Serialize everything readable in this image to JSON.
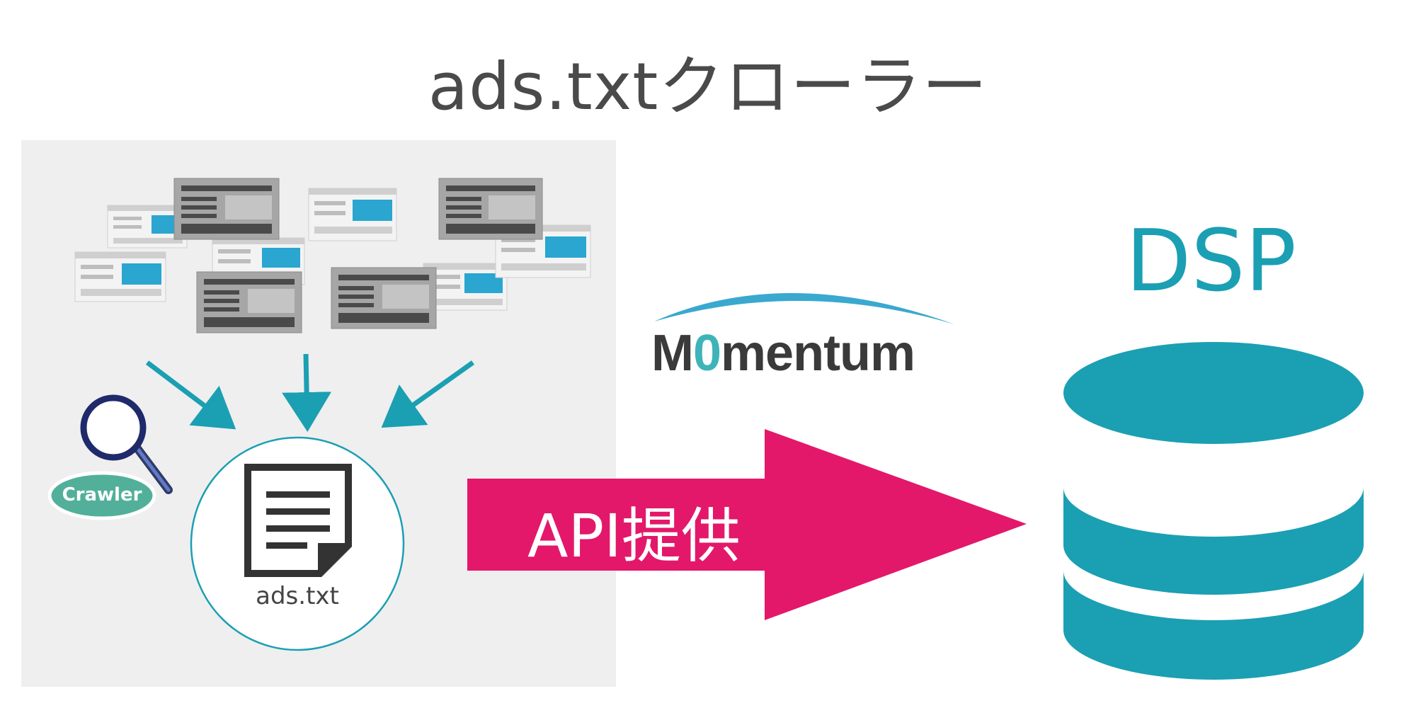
{
  "title": "ads.txtクローラー",
  "crawler": {
    "badge_label": "Crawler"
  },
  "document": {
    "label": "ads.txt"
  },
  "logo": {
    "word_prefix": "M",
    "word_zero": "0",
    "word_suffix": "mentum"
  },
  "arrow": {
    "label": "API提供"
  },
  "dsp": {
    "label": "DSP"
  },
  "colors": {
    "teal": "#1b9fb3",
    "magenta": "#e3186a",
    "gray_text": "#4a4a4a",
    "panel_bg": "#efefef"
  }
}
